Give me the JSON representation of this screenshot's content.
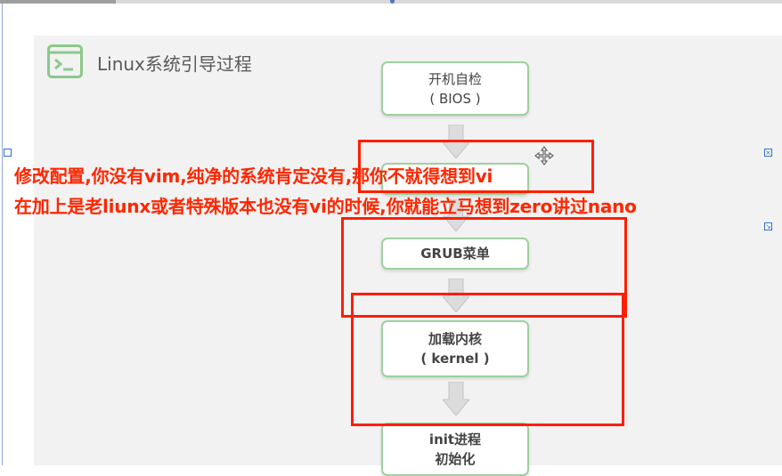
{
  "slide": {
    "title": "Linux系统引导过程",
    "flow_steps": [
      {
        "line1": "开机自检",
        "line2": "( BIOS )"
      },
      {
        "line1": "",
        "line2": ""
      },
      {
        "line1": "GRUB菜单",
        "line2": ""
      },
      {
        "line1": "加载内核",
        "line2": "( kernel )"
      },
      {
        "line1": "init进程",
        "line2": "初始化"
      }
    ]
  },
  "annotation": {
    "line1": "修改配置,你没有vim,纯净的系统肯定没有,那你不就得想到vi",
    "line2": "在加上是老liunx或者特殊版本也没有vi的时候,你就能立马想到zero讲过nano",
    "color": "#ff2600"
  },
  "colors": {
    "slide_bg": "#f2f2f2",
    "box_border": "#9fd09f",
    "highlight_red": "#ff1e00",
    "selection_handle": "#2d6ec8"
  },
  "icons": [
    "terminal-icon",
    "down-arrow-icon",
    "move-cursor-icon"
  ]
}
